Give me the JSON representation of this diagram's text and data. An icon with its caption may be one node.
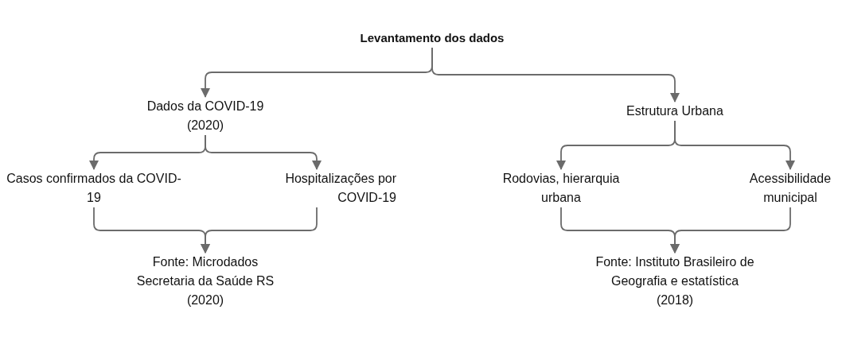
{
  "diagram": {
    "nodes": [
      {
        "text": [
          "Levantamento dos dados"
        ]
      },
      {
        "text": [
          "Dados da COVID-19 (2020)"
        ]
      },
      {
        "text": [
          "Estrutura Urbana"
        ]
      },
      {
        "text": [
          "Casos confirmados da COVID-19"
        ]
      },
      {
        "text": [
          "Hospitalizações por COVID-19"
        ]
      },
      {
        "text": [
          "Rodovias, hierarquia urbana"
        ]
      },
      {
        "text": [
          "Acessibilidade municipal"
        ]
      },
      {
        "text": [
          "Fonte: Microdados Secretaria da Saúde RS (2020)"
        ]
      },
      {
        "text": [
          "Fonte: Instituto Brasileiro de Geografia e estatística (2018)"
        ]
      }
    ],
    "edges": [
      {
        "from": 0,
        "to": 1,
        "arrow": "to"
      },
      {
        "from": 0,
        "to": 2,
        "arrow": "to"
      },
      {
        "from": 1,
        "to": 3,
        "arrow": "to"
      },
      {
        "from": 1,
        "to": 4,
        "arrow": "to"
      },
      {
        "from": 2,
        "to": 5,
        "arrow": "to"
      },
      {
        "from": 2,
        "to": 6,
        "arrow": "to"
      },
      {
        "from": 3,
        "to": 7,
        "arrow": "to"
      },
      {
        "from": 4,
        "to": 7,
        "arrow": "to"
      },
      {
        "from": 5,
        "to": 8,
        "arrow": "to"
      },
      {
        "from": 6,
        "to": 8,
        "arrow": "to"
      }
    ]
  }
}
